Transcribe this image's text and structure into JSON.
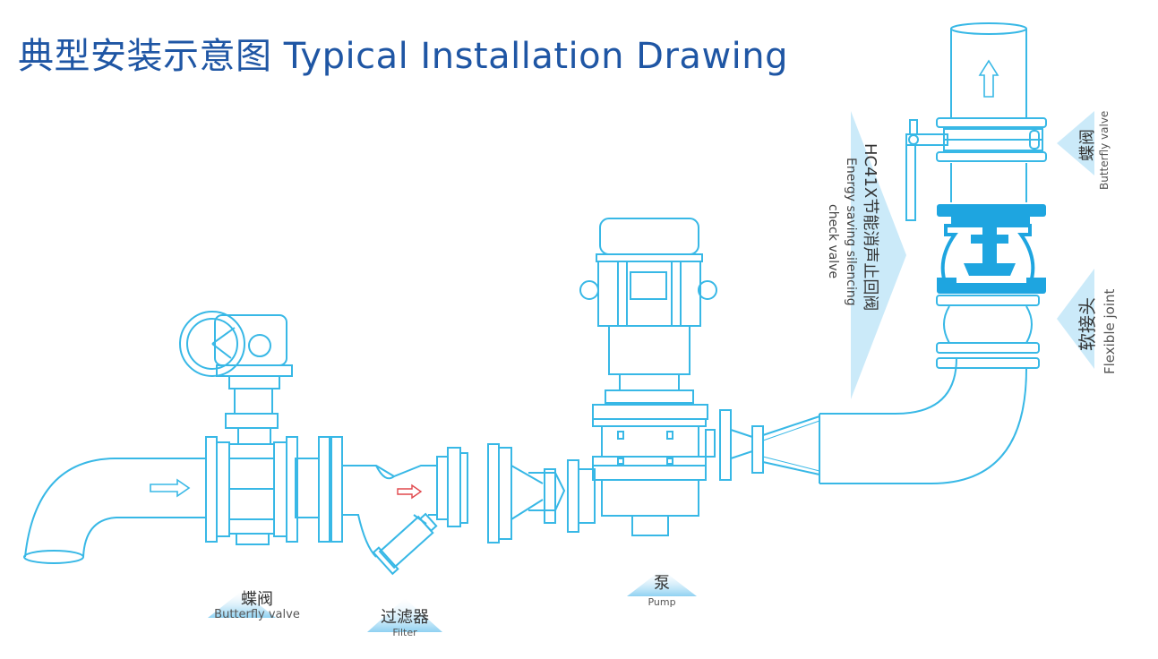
{
  "title": "典型安装示意图 Typical Installation Drawing",
  "labels": {
    "butterfly_valve_left": {
      "cn": "蝶阀",
      "en": "Butterfly valve"
    },
    "filter": {
      "cn": "过滤器",
      "en": "Filter"
    },
    "pump": {
      "cn": "泵",
      "en": "Pump"
    },
    "check_valve": {
      "cn": "HC41X节能消声止回阀",
      "en1": "Energy saving silencing",
      "en2": "check valve"
    },
    "butterfly_valve_right": {
      "cn": "蝶阀",
      "en": "Butterfly valve"
    },
    "flexible_joint": {
      "cn": "软接头",
      "en": "Flexible joint"
    }
  },
  "colors": {
    "title": "#1f56a4",
    "line": "#38b8e6",
    "valve_fill": "#1ea5e0",
    "arrow_red": "#e0484d",
    "triangle": "#8fd1f2"
  }
}
